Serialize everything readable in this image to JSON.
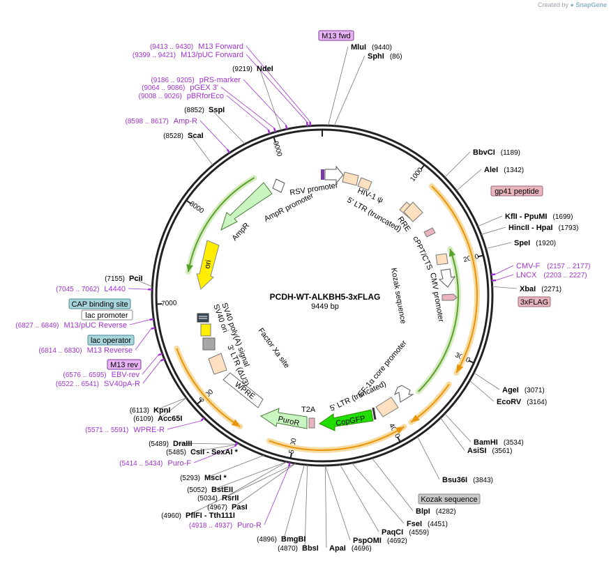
{
  "credit": {
    "prefix": "Created by",
    "brand": "SnapGene"
  },
  "plasmid": {
    "name": "PCDH-WT-ALKBH5-3xFLAG",
    "length": "9449 bp"
  },
  "tick_labels": [
    "1000",
    "2000",
    "3000",
    "4000",
    "5000",
    "6000",
    "7000",
    "8000",
    "9000"
  ],
  "enzymes": [
    {
      "name": "MluI",
      "pos": "(9440)"
    },
    {
      "name": "SphI",
      "pos": "(86)"
    },
    {
      "name": "BbvCI",
      "pos": "(1189)"
    },
    {
      "name": "AleI",
      "pos": "(1342)"
    },
    {
      "name": "KflI",
      "name2": "- PpuMI",
      "pos": "(1699)"
    },
    {
      "name": "HincII",
      "name2": "- HpaI",
      "pos": "(1793)"
    },
    {
      "name": "SpeI",
      "pos": "(1920)"
    },
    {
      "name": "XbaI",
      "pos": "(2271)"
    },
    {
      "name": "AgeI",
      "pos": "(3071)"
    },
    {
      "name": "EcoRV",
      "pos": "(3164)"
    },
    {
      "name": "BamHI",
      "pos": "(3534)"
    },
    {
      "name": "AsiSI",
      "pos": "(3561)"
    },
    {
      "name": "Bsu36I",
      "pos": "(3843)"
    },
    {
      "name": "BlpI",
      "pos": "(4282)"
    },
    {
      "name": "FseI",
      "pos": "(4451)"
    },
    {
      "name": "PaqCI",
      "pos": "(4559)"
    },
    {
      "name": "PspOMI",
      "pos": "(4692)"
    },
    {
      "name": "ApaI",
      "pos": "(4696)"
    },
    {
      "name": "BbsI",
      "pos": "(4870)"
    },
    {
      "name": "BmgBI",
      "pos": "(4896)"
    },
    {
      "name": "PflFI",
      "name2": "- Tth111I",
      "pos": "(4960)"
    },
    {
      "name": "PasI",
      "pos": "(4967)"
    },
    {
      "name": "RsrII",
      "pos": "(5034)"
    },
    {
      "name": "BstEII",
      "pos": "(5052)"
    },
    {
      "name": "MscI *",
      "pos": "(5293)"
    },
    {
      "name": "CsiI",
      "name2": "- SexAI *",
      "pos": "(5485)"
    },
    {
      "name": "DraIII",
      "pos": "(5489)"
    },
    {
      "name": "Acc65I",
      "pos": "(6109)"
    },
    {
      "name": "KpnI",
      "pos": "(6113)"
    },
    {
      "name": "PciI",
      "pos": "(7155)"
    },
    {
      "name": "ScaI",
      "pos": "(8528)"
    },
    {
      "name": "SspI",
      "pos": "(8852)"
    },
    {
      "name": "NdeI",
      "pos": "(9219)"
    }
  ],
  "primers": [
    {
      "pos": "(9413 .. 9430)",
      "name": "M13 Forward"
    },
    {
      "pos": "(9399 .. 9421)",
      "name": "M13/pUC Forward"
    },
    {
      "pos": "(9186 .. 9205)",
      "name": "pRS-marker"
    },
    {
      "pos": "(9064 .. 9086)",
      "name": "pGEX 3'"
    },
    {
      "pos": "(9008 .. 9026)",
      "name": "pBRforEco"
    },
    {
      "pos": "(8598 .. 8617)",
      "name": "Amp-R"
    },
    {
      "pos": "(2157 .. 2177)",
      "name": "CMV-F"
    },
    {
      "pos": "(2203 .. 2227)",
      "name": "LNCX"
    },
    {
      "pos": "(7045 .. 7062)",
      "name": "L4440"
    },
    {
      "pos": "(6827 .. 6849)",
      "name": "M13/pUC Reverse"
    },
    {
      "pos": "(6814 .. 6830)",
      "name": "M13 Reverse"
    },
    {
      "pos": "(6576 .. 6595)",
      "name": "EBV-rev"
    },
    {
      "pos": "(6522 .. 6541)",
      "name": "SV40pA-R"
    },
    {
      "pos": "(5571 .. 5591)",
      "name": "WPRE-R"
    },
    {
      "pos": "(5414 .. 5434)",
      "name": "Puro-F"
    },
    {
      "pos": "(4918 .. 4937)",
      "name": "Puro-R"
    }
  ],
  "boxes": {
    "m13fwd": "M13 fwd",
    "gp41": "gp41 peptide",
    "flag": "3xFLAG",
    "cap": "CAP binding site",
    "lacprom": "lac promoter",
    "lacop": "lac operator",
    "m13rev": "M13 rev",
    "kozak": "Kozak sequence"
  },
  "features": {
    "rsv": "RSV promoter",
    "ampr_prom": "AmpR promoter",
    "ampr": "AmpR",
    "ori": "ori",
    "hiv": "HIV-1 ψ",
    "ltr5t": "5' LTR (truncated)",
    "rre": "RRE",
    "cppt": "cPPT/CTS",
    "cmv": "CMV promoter",
    "kozak_seq": "Kozak sequence",
    "ef1a": "EF-1α core promoter",
    "ltr5t2": "5' LTR (truncated)",
    "copgfp": "CopGFP",
    "t2a": "T2A",
    "puror": "PuroR",
    "wpre": "WPRE",
    "ltr3": "3' LTR (ΔU3)",
    "factorxa": "Factor Xa site",
    "sv40polya": "SV40 poly(A) signal",
    "sv40ori": "SV40 ori"
  },
  "colors": {
    "backbone": "#222222",
    "primer": "#a033cc",
    "orange_arc": "#e8950e",
    "orange_glow": "#f7dba0",
    "green_arc": "#5aa02c",
    "green_glow": "#d7ecc1",
    "ampr_fill": "#c9f5c0",
    "ori_fill": "#ffee00",
    "copgfp_fill": "#22dd00",
    "peach_fill": "#fde0c0",
    "flag_fill": "#e8b4bd",
    "box_teal": "#a8d4dc",
    "box_grey": "#c9c9c9",
    "box_purple": "#e7b3f5"
  }
}
